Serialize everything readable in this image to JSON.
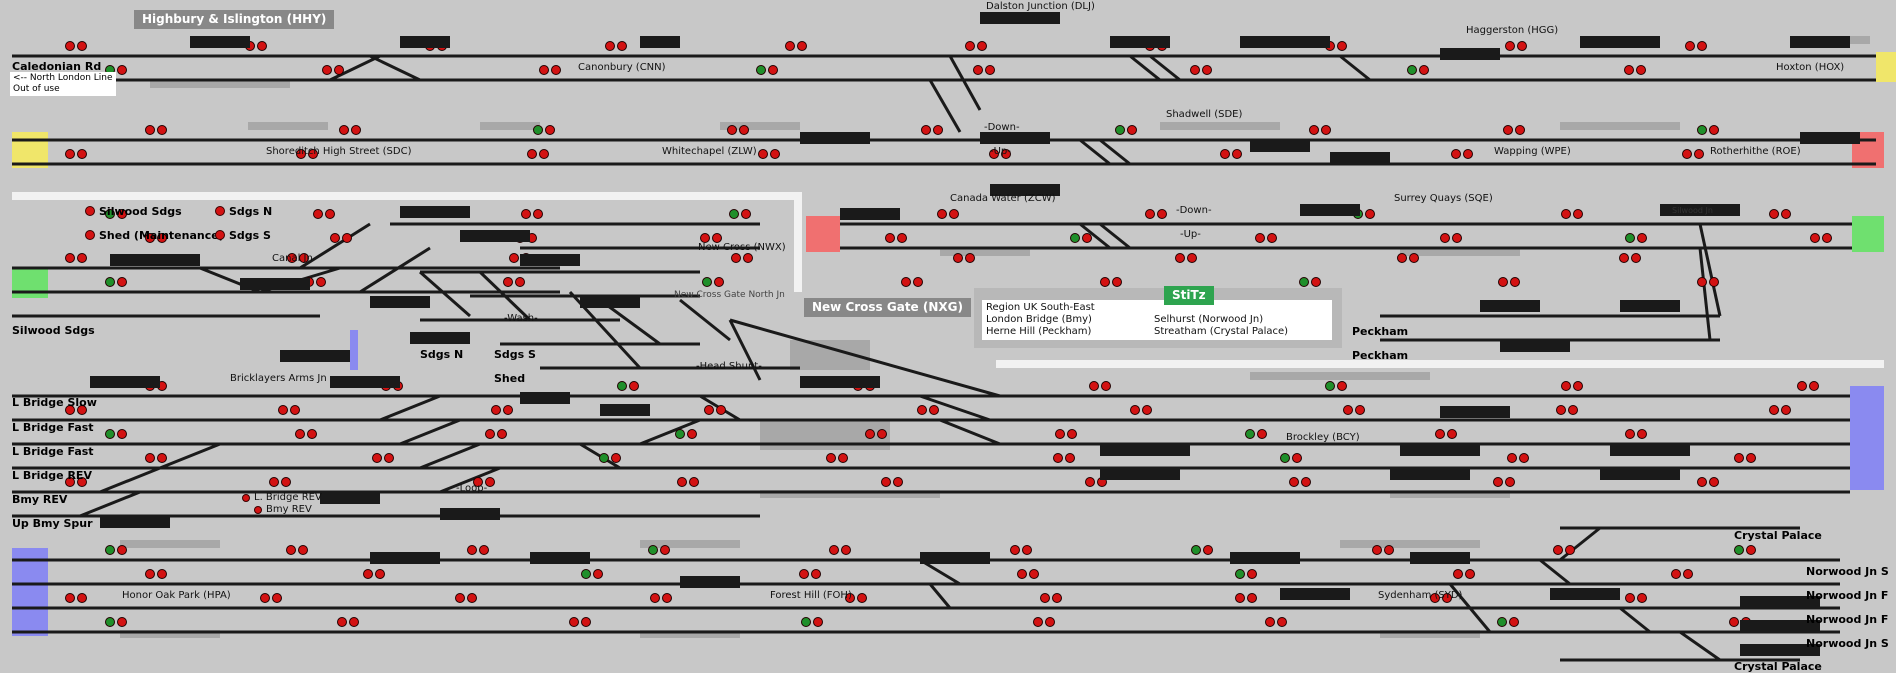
{
  "colors": {
    "background": "#c8c8c8",
    "track": "#1a1a1a",
    "signal_red": "#d31212",
    "signal_green": "#1f8f2a",
    "train_box": "#1a1a1a",
    "fringe_yellow": "#f0e66a",
    "fringe_green": "#6fe06f",
    "fringe_red": "#f07070",
    "fringe_blue": "#8a8af0",
    "header": "#888888",
    "stitz": "#2ea44f"
  },
  "headers": {
    "hhy": "Highbury & Islington (HHY)",
    "nxg": "New Cross Gate (NXG)",
    "stitz": "StiTz"
  },
  "stations": {
    "dlj": "Dalston Junction (DLJ)",
    "hgg": "Haggerston (HGG)",
    "cnn": "Canonbury (CNN)",
    "hox": "Hoxton (HOX)",
    "sde": "Shadwell (SDE)",
    "sdc": "Shoreditch High Street (SDC)",
    "zlw": "Whitechapel (ZLW)",
    "wpe": "Wapping (WPE)",
    "roe": "Rotherhithe (ROE)",
    "zcw": "Canada Water (ZCW)",
    "sqe": "Surrey Quays (SQE)",
    "silwood_jn": "Silwood Jn",
    "canal_jn": "Canal Jn",
    "nwx": "New Cross (NWX)",
    "nxg_north": "New Cross Gate North Jn",
    "bricklayers": "Bricklayers Arms Jn",
    "bcy": "Brockley (BCY)",
    "hpa": "Honor Oak Park (HPA)",
    "foh": "Forest Hill (FOH)",
    "syd": "Sydenham (SYD)"
  },
  "left_labels": {
    "cal_rd": "Caledonian Rd",
    "nll": "<-- North London Line",
    "oou": "Out of use",
    "silwood_sdgs_bottom": "Silwood Sdgs",
    "lb_slow": "L Bridge Slow",
    "lb_fast1": "L Bridge Fast",
    "lb_fast2": "L Bridge Fast",
    "lb_rev": "L Bridge REV",
    "bmy_rev": "Bmy REV",
    "up_bmy_spur": "Up Bmy Spur"
  },
  "yard_legend": {
    "silwood": "Silwood Sdgs",
    "sdgs_n": "Sdgs N",
    "shed": "Shed (Maintenance)",
    "sdgs_s": "Sdgs S"
  },
  "yard_labels": {
    "sdgs_n": "Sdgs N",
    "sdgs_s": "Sdgs S",
    "shed": "Shed"
  },
  "small_legend": {
    "lb_rev": "L. Bridge REV",
    "bmy_rev": "Bmy REV"
  },
  "routes": {
    "title1": "Region UK South-East",
    "l1": "London Bridge (Bmy)",
    "l2": "Herne Hill (Peckham)",
    "r1": "Selhurst (Norwood Jn)",
    "r2": "Streatham (Crystal Palace)"
  },
  "right_labels": {
    "peckham1": "Peckham",
    "peckham2": "Peckham",
    "cp_top": "Crystal Palace",
    "cp_bottom": "Crystal Palace",
    "nor_s1": "Norwood Jn S",
    "nor_f1": "Norwood Jn F",
    "nor_f2": "Norwood Jn F",
    "nor_s2": "Norwood Jn S"
  },
  "track_labels": {
    "down": "-Down-",
    "up": "-Up-",
    "wash": "-Wash-",
    "loop": "-Loop-",
    "head_shunt": "-Head Shunt-"
  }
}
